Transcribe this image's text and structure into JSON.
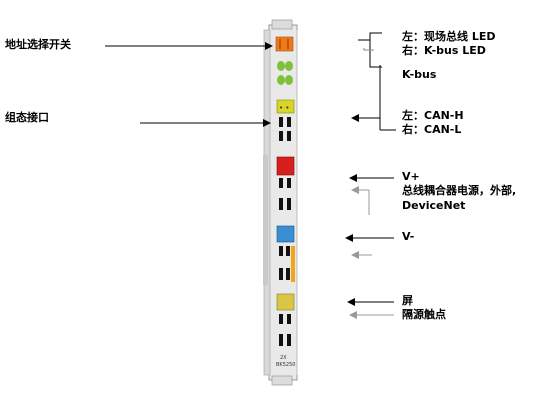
{
  "labels": {
    "address_switch": "地址选择开关",
    "config_interface": "组态接口",
    "left_led": "左：现场总线 LED",
    "right_led": "右：K-bus LED",
    "kbus": "K-bus",
    "left_canh": "左：CAN-H",
    "right_canl": "右：CAN-L",
    "vplus": "V+",
    "bus_power_1": "总线耦合器电源，外部,",
    "bus_power_2": "DeviceNet",
    "vminus": "V-",
    "shield": "屏",
    "isolated_contact": "隔源触点"
  },
  "device": {
    "label_top": "2X",
    "label_bottom": "BK5250"
  },
  "colors": {
    "address_switch": "#f07a1a",
    "led_green": "#7ec23c",
    "can_yellow": "#d7d42a",
    "vplus_red": "#d81e1e",
    "vminus_blue": "#3a8fd4",
    "stripe_orange": "#f2a51b",
    "shield_yellow": "#d8c646",
    "body": "#e9e9e9"
  }
}
